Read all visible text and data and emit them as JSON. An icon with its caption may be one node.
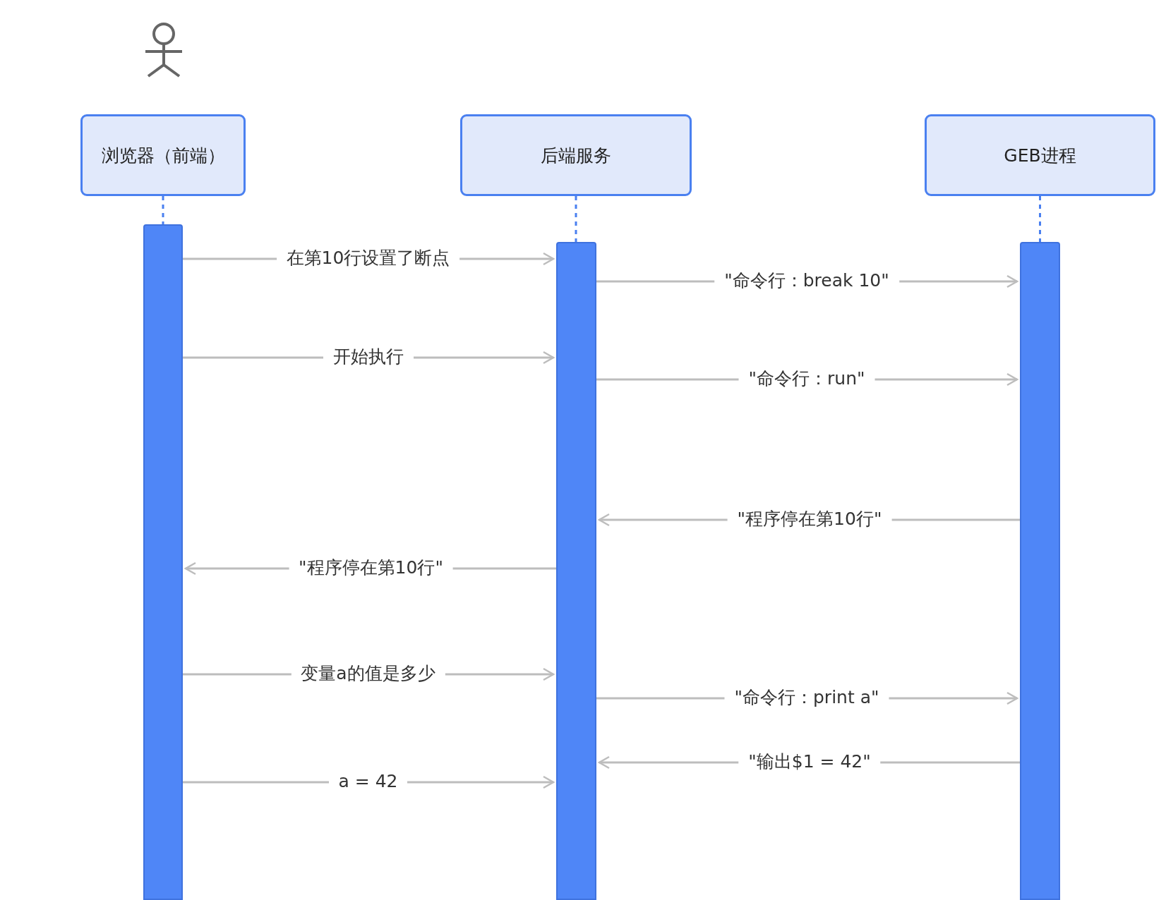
{
  "diagram": {
    "nodes": [
      {
        "text": [
          "浏览器（前端）"
        ]
      },
      {
        "text": [
          "后端服务"
        ]
      },
      {
        "text": [
          "GEB进程"
        ]
      },
      {
        "text": [],
        "shape": "bar"
      },
      {
        "text": [],
        "shape": "bar"
      },
      {
        "text": [],
        "shape": "bar"
      }
    ],
    "edges": [
      {
        "from": 0,
        "to": 3,
        "arrow": "none",
        "style": "dashed",
        "color": "#4a80f0"
      },
      {
        "from": 1,
        "to": 4,
        "arrow": "none",
        "style": "dashed",
        "color": "#4a80f0"
      },
      {
        "from": 2,
        "to": 5,
        "arrow": "none",
        "style": "dashed",
        "color": "#4a80f0"
      },
      {
        "from": 3,
        "to": 4,
        "arrow": "to",
        "label": "在第10行设置了断点"
      },
      {
        "from": 4,
        "to": 5,
        "arrow": "to",
        "label": "\"命令行：break 10\""
      },
      {
        "from": 3,
        "to": 4,
        "arrow": "to",
        "label": "开始执行"
      },
      {
        "from": 4,
        "to": 5,
        "arrow": "to",
        "label": "\"命令行：run\""
      },
      {
        "from": 5,
        "to": 4,
        "arrow": "to",
        "label": "\"程序停在第10行\""
      },
      {
        "from": 4,
        "to": 3,
        "arrow": "to",
        "label": "\"程序停在第10行\""
      },
      {
        "from": 3,
        "to": 4,
        "arrow": "to",
        "label": "变量a的值是多少"
      },
      {
        "from": 4,
        "to": 5,
        "arrow": "to",
        "label": "\"命令行：print a\""
      },
      {
        "from": 5,
        "to": 4,
        "arrow": "to",
        "label": "\"输出$1 = 42\""
      },
      {
        "from": 3,
        "to": 4,
        "arrow": "to",
        "label": "a = 42"
      }
    ]
  }
}
